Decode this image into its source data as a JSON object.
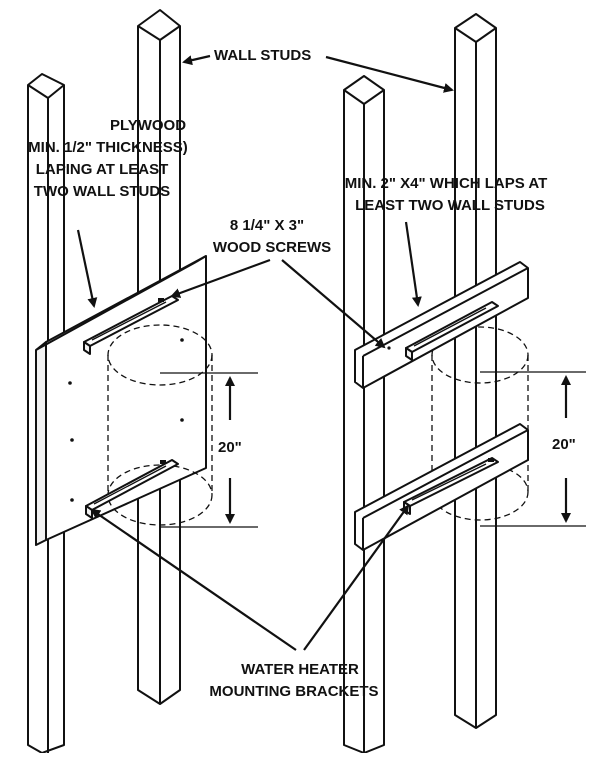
{
  "labels": {
    "wall_studs": "WALL STUDS",
    "plywood": [
      "PLYWOOD",
      "MIN. 1/2\" THICKNESS)",
      "LAPING AT LEAST",
      "TWO WALL STUDS"
    ],
    "min_2x4": [
      "MIN. 2\" X4\" WHICH LAPS AT",
      "LEAST TWO WALL STUDS"
    ],
    "wood_screws": [
      "8 1/4\" X 3\"",
      "WOOD SCREWS"
    ],
    "dimension_left": "20\"",
    "dimension_right": "20\"",
    "brackets": [
      "WATER HEATER",
      "MOUNTING BRACKETS"
    ]
  }
}
